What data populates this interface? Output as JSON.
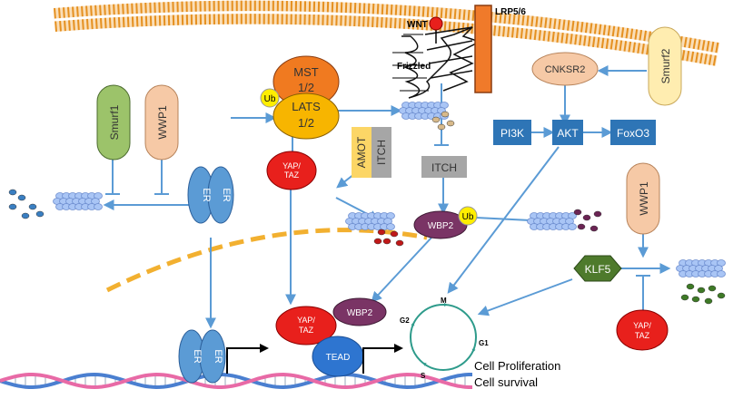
{
  "nodes": {
    "wnt": "WNT",
    "lrp": "LRP5/6",
    "frizzled": "Frizzled",
    "mst": [
      "MST",
      "1/2"
    ],
    "lats": [
      "LATS",
      "1/2"
    ],
    "ub_lats": "Ub",
    "smurf1": "Smurf1",
    "wwp1_left": "WWP1",
    "er_top": [
      "ER",
      "ER"
    ],
    "yaptaz_top": [
      "YAP/",
      "TAZ"
    ],
    "amot": "AMOT",
    "itch_vertical": "ITCH",
    "itch": "ITCH",
    "wbp2_top": "WBP2",
    "ub_wbp2": "Ub",
    "smurf2": "Smurf2",
    "cnksr2": "CNKSR2",
    "pi3k": "PI3K",
    "akt": "AKT",
    "foxo3": "FoxO3",
    "wwp1_right": "WWP1",
    "klf5": "KLF5",
    "yaptaz_right": [
      "YAP/",
      "TAZ"
    ],
    "yaptaz_nuc": [
      "YAP/",
      "TAZ"
    ],
    "wbp2_nuc": "WBP2",
    "tead": "TEAD",
    "er_bottom": [
      "ER",
      "ER"
    ]
  },
  "cell_cycle": {
    "m": "M",
    "g1": "G1",
    "s": "S",
    "g2": "G2"
  },
  "outcome": [
    "Cell Proliferation",
    "Cell survival"
  ],
  "colors": {
    "membrane": "#f0a030",
    "mst": "#f07a20",
    "lats": "#f7b500",
    "yellow_ub": "#ffee00",
    "green_box": "#9cc36a",
    "peach": "#f6c9a6",
    "er_blue": "#5b9bd5",
    "red": "#e8201c",
    "amot": "#fcd666",
    "gray": "#a6a6a6",
    "purple": "#7a3465",
    "pale_yellow": "#ffedb0",
    "steel_blue": "#2e75b6",
    "klf5_green": "#4e7a2c",
    "arrow": "#5b9bd5",
    "proteasome": "#a9c5f5",
    "dna_blue": "#4a7fd0",
    "dna_pink": "#e86aa6",
    "cycle": "#2e9b8b"
  }
}
